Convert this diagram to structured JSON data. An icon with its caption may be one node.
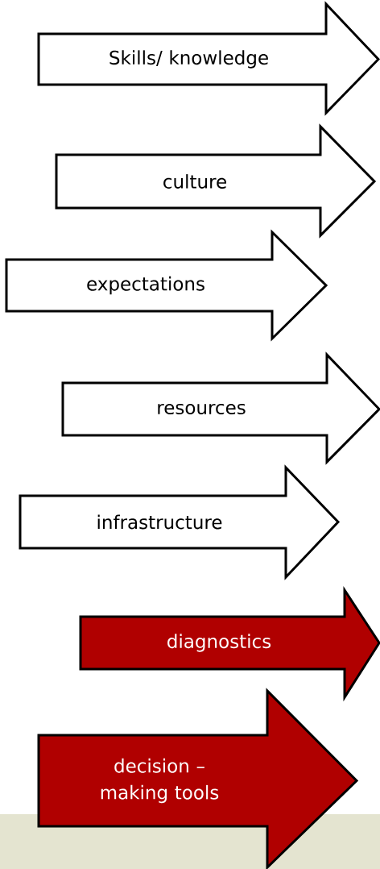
{
  "diagram": {
    "nodes": [
      {
        "text": [
          "Skills/ knowledge"
        ]
      },
      {
        "text": [
          "culture"
        ]
      },
      {
        "text": [
          "expectations"
        ]
      },
      {
        "text": [
          "resources"
        ]
      },
      {
        "text": [
          "infrastructure"
        ]
      },
      {
        "text": [
          "diagnostics"
        ]
      },
      {
        "text": [
          "decision – making tools"
        ]
      }
    ]
  }
}
